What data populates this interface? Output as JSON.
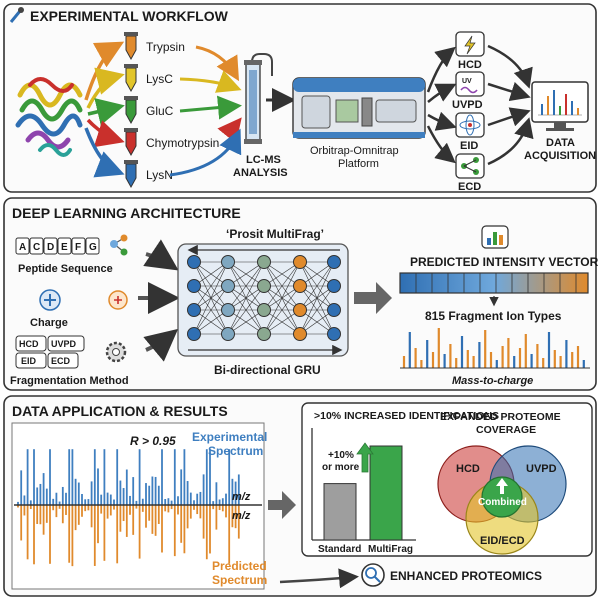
{
  "workflow": {
    "title": "EXPERIMENTAL WORKFLOW",
    "enzymes": [
      "Trypsin",
      "LysC",
      "GluC",
      "Chymotrypsin",
      "LysN"
    ],
    "lcms_line1": "LC-MS",
    "lcms_line2": "ANALYSIS",
    "platform_line1": "Orbitrap-Omnitrap",
    "platform_line2": "Platform",
    "methods": [
      "HCD",
      "UVPD",
      "EID",
      "ECD"
    ],
    "uv_icon_text": "UV",
    "acq_line1": "DATA",
    "acq_line2": "ACQUISITION"
  },
  "architecture": {
    "title": "DEEP LEARNING ARCHITECTURE",
    "peptide_letters": [
      "A",
      "C",
      "D",
      "E",
      "F",
      "G"
    ],
    "peptide_label": "Peptide Sequence",
    "charge_label": "Charge",
    "frag_chips": [
      "HCD",
      "UVPD",
      "EID",
      "ECD"
    ],
    "frag_label": "Fragmentation Method",
    "model_name": "‘Prosit MultiFrag’",
    "network_label": "Bi-directional GRU",
    "vector_title": "PREDICTED INTENSITY VECTOR",
    "ion_types": "815 Fragment Ion Types",
    "mz_label": "Mass-to-charge"
  },
  "results": {
    "title": "DATA APPLICATION & RESULTS",
    "r_value": "R > 0.95",
    "exp_line1": "Experimental",
    "exp_line2": "Spectrum",
    "mz_top": "m/z",
    "mz_bottom": "m/z",
    "pred_line1": "Predicted",
    "pred_line2": "Spectrum",
    "ident_title": ">10% INCREASED IDENTIFICATIONS",
    "increase_line1": "+10%",
    "increase_line2": "or more",
    "bars": [
      {
        "label": "Standard",
        "value": 0.6
      },
      {
        "label": "MultiFrag",
        "value": 1.0
      }
    ],
    "coverage_line1": "EXPANDED PROTEOME",
    "coverage_line2": "COVERAGE",
    "venn_hcd": "HCD",
    "venn_uvpd": "UVPD",
    "venn_eid": "EID/ECD",
    "venn_combined": "Combined",
    "enhanced": "ENHANCED PROTEOMICS"
  },
  "colors": {
    "trypsin": "#e08a2c",
    "lysc": "#e2c52a",
    "gluc": "#3a9a3a",
    "chymo": "#c9302c",
    "lysn": "#2f6fb3",
    "exp_spectrum": "#3f7fc0",
    "pred_spectrum": "#e08a2c",
    "multifrag_bar": "#3aa54a",
    "standard_bar": "#9e9e9e"
  }
}
